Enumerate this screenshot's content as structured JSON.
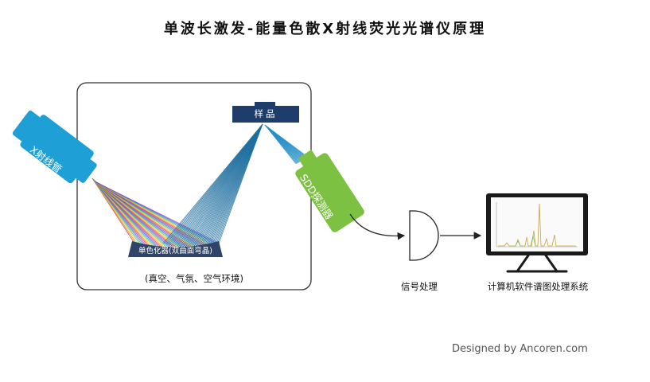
{
  "title": "单波长激发-能量色散X射线荧光光谱仪原理",
  "components": {
    "xray_tube": "X射线管",
    "sample": "样品",
    "detector": "SDD探测器",
    "monochromator": "单色化器(双曲面弯晶)",
    "environment": "(真空、气氛、空气环境)",
    "signal_processing": "信号处理",
    "software": "计算机软件谱图处理系统"
  },
  "credit": "Designed by Ancoren.com",
  "colors": {
    "tube": "#1e9fd6",
    "sample": "#1f3d6b",
    "detector": "#7dc142",
    "monochromator": "#2f4466",
    "chamber_border": "#333333",
    "rays": [
      "#d63a3a",
      "#e8802a",
      "#f0d23a",
      "#6fbf4a",
      "#2fa0d8",
      "#4a5fd0",
      "#9a4ac8"
    ]
  },
  "icons": [
    "monitor-icon",
    "signal-processor-icon",
    "arrow-icon"
  ]
}
